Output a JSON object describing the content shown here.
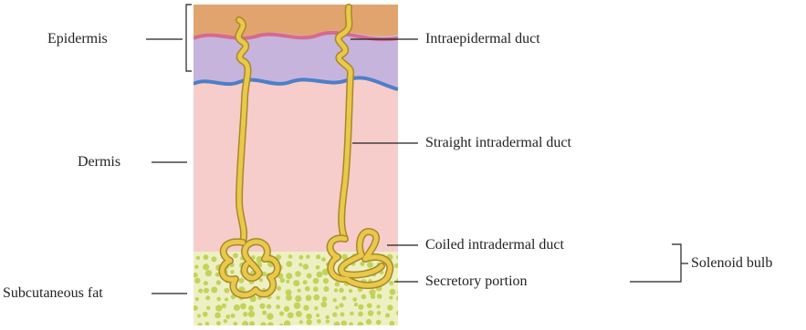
{
  "labels": {
    "epidermis": "Epidermis",
    "dermis": "Dermis",
    "subcutaneous_fat": "Subcutaneous fat",
    "intraepidermal_duct": "Intraepidermal duct",
    "straight_intradermal_duct": "Straight intradermal duct",
    "coiled_intradermal_duct": "Coiled intradermal duct",
    "secretory_portion": "Secretory portion",
    "solenoid_bulb": "Solenoid bulb"
  },
  "colors": {
    "surface": "#e2a46e",
    "pink_line": "#d66a8f",
    "lavender_layer": "#c7b4dc",
    "blue_line": "#4d7fc8",
    "dermis": "#f6cdca",
    "fat_bg": "#edf0c3",
    "fat_cell": "#c2d35a",
    "duct": "#e9c94b",
    "duct_edge": "#a8872a",
    "leader_line": "#231f20"
  }
}
